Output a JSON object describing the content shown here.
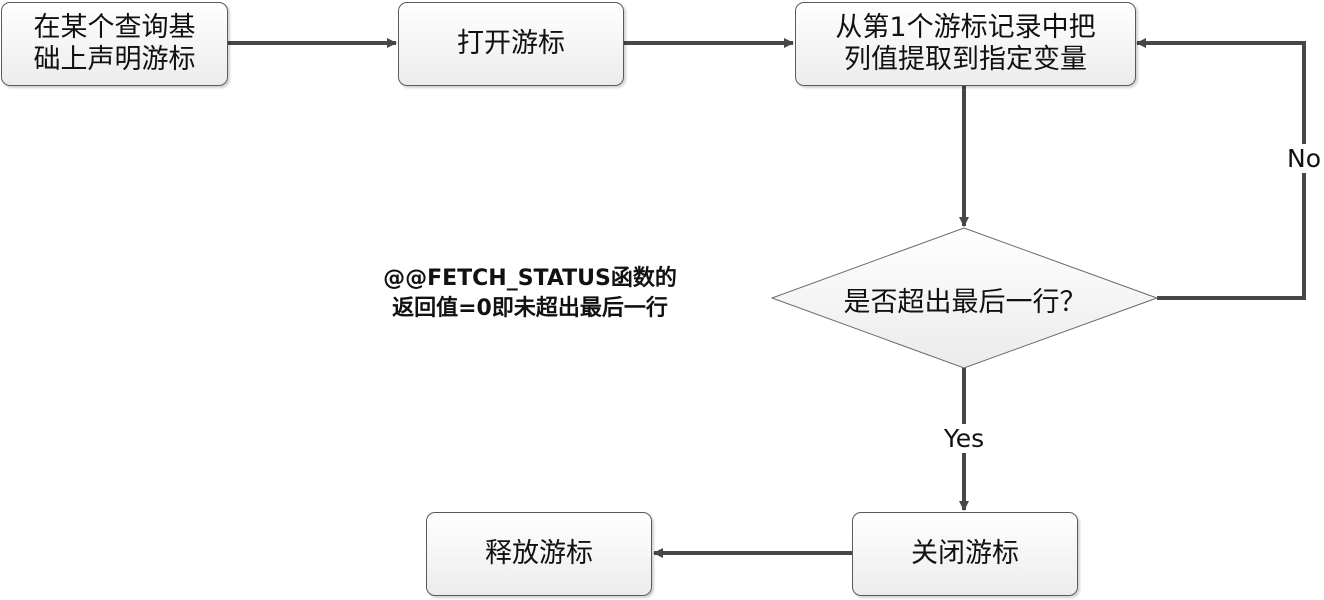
{
  "diagram": {
    "nodes": {
      "declare": "在某个查询基础上声明游标",
      "declare_line1": "在某个查询基",
      "declare_line2": "础上声明游标",
      "open": "打开游标",
      "fetch_line1": "从第1个游标记录中把",
      "fetch_line2": "列值提取到指定变量",
      "decision": "是否超出最后一行？",
      "close": "关闭游标",
      "release": "释放游标"
    },
    "edge_labels": {
      "no": "No",
      "yes": "Yes"
    },
    "annotation": {
      "line1": "@@FETCH_STATUS函数的",
      "line2": "返回值=0即未超出最后一行"
    }
  }
}
